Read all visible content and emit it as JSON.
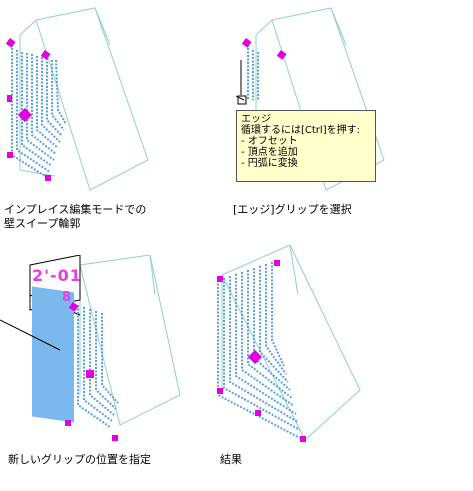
{
  "captions": {
    "p1": "インプレイス編集モードでの\n壁スイープ輪郭",
    "p2": "[エッジ]グリップを選択",
    "p3": "新しいグリップの位置を指定",
    "p4": "結果"
  },
  "tooltip": {
    "title": "エッジ",
    "line1": "循環するには[Ctrl]を押す:",
    "items": [
      "- オフセット",
      "- 頂点を追加",
      "- 円弧に変換"
    ]
  },
  "dimension": {
    "value": "2'-01",
    "value2": "8"
  },
  "colors": {
    "grip": "#e000e0",
    "profile": "#5aa0e6",
    "box": "#8fd0c8",
    "tooltip_bg": "#ffffcc"
  }
}
